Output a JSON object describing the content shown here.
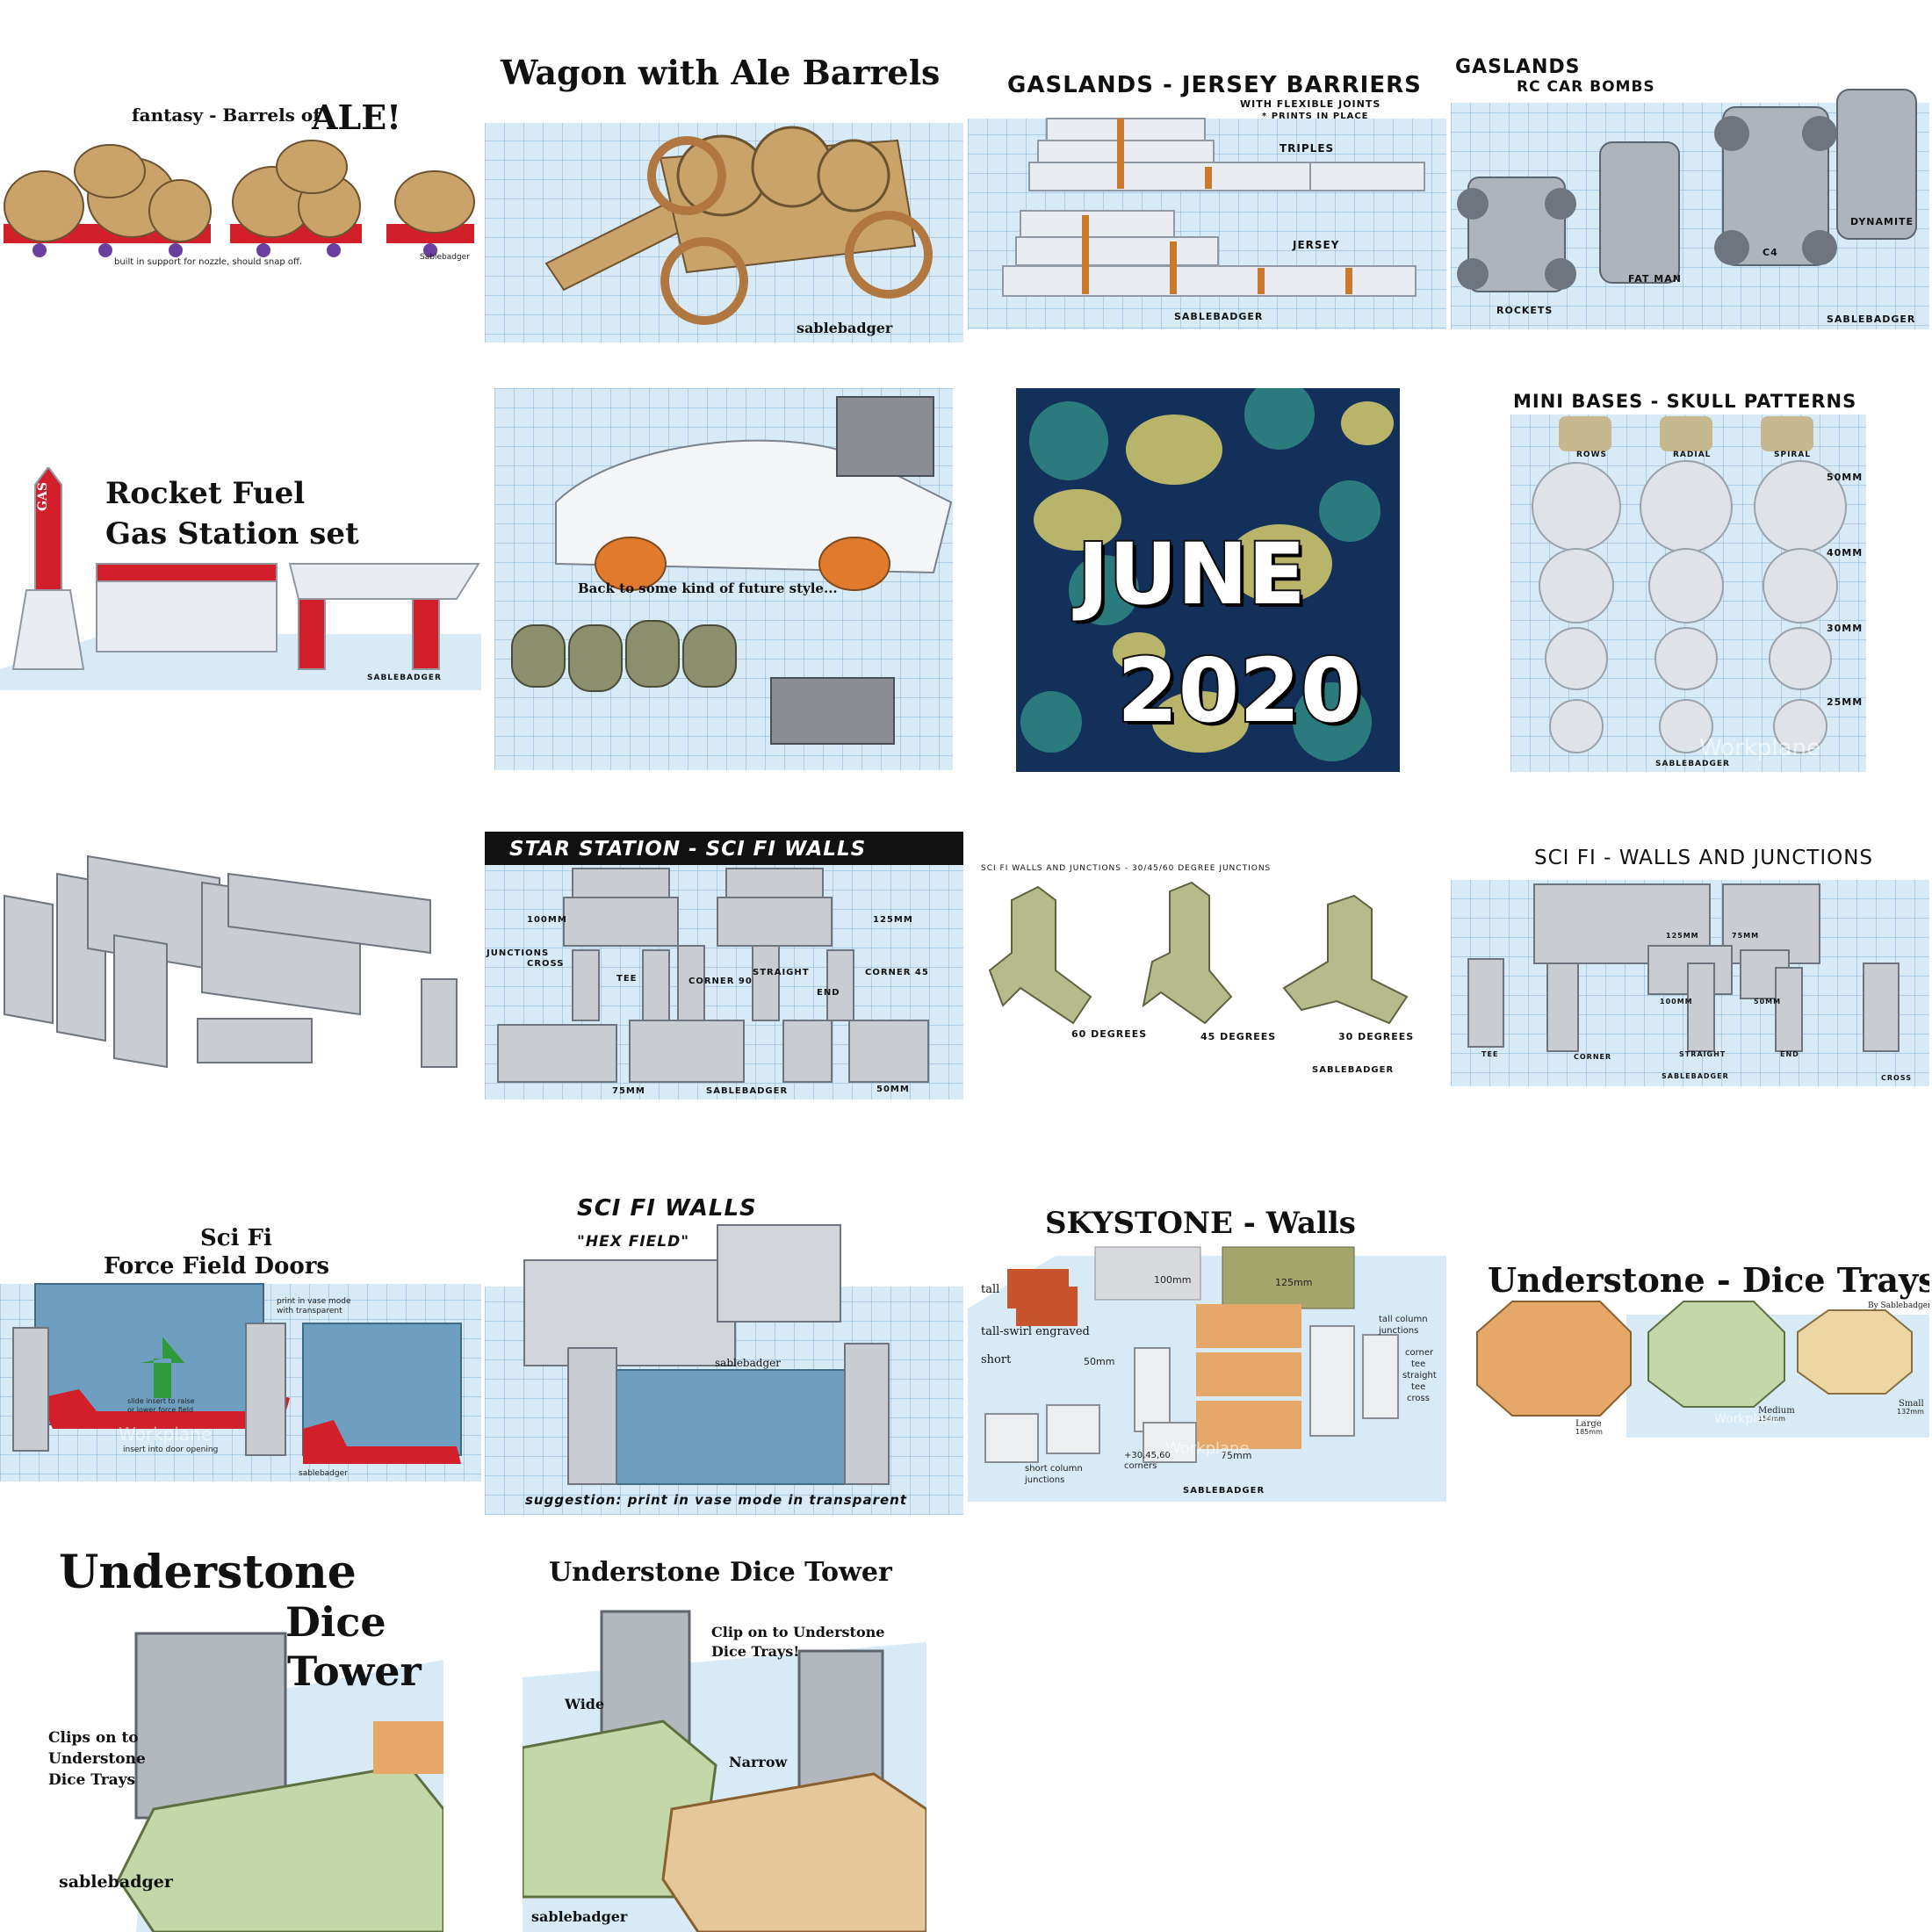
{
  "colors": {
    "grid": "#d8eaf6",
    "wood": "#caa36a",
    "red": "#d31f2a",
    "gray": "#aeb4bc",
    "green": "#c3d7a8",
    "tan": "#e6c79a",
    "june_navy": "#12305a",
    "june_teal": "#2b7a7e",
    "june_olive": "#b8b46a"
  },
  "tiles": {
    "ale": {
      "title_a": "fantasy - Barrels of",
      "title_b": "ALE!",
      "note": "built in support for nozzle, should snap off.",
      "credit": "Sablebadger"
    },
    "wagon": {
      "title": "Wagon with Ale Barrels",
      "credit": "sablebadger"
    },
    "jersey": {
      "title": "GASLANDS - JERSEY BARRIERS",
      "sub1": "WITH FLEXIBLE JOINTS",
      "sub2": "* PRINTS IN PLACE",
      "label_mid": "TRIPLES",
      "label_low": "JERSEY",
      "credit": "SABLEBADGER"
    },
    "rcbombs": {
      "title": "GASLANDS",
      "subtitle": "RC CAR BOMBS",
      "l_rockets": "ROCKETS",
      "l_fatman": "FAT MAN",
      "l_c4": "C4",
      "l_dynamite": "DYNAMITE",
      "credit": "SABLEBADGER"
    },
    "rocket": {
      "title1": "Rocket Fuel",
      "title2": "Gas Station set",
      "gas": "GAS",
      "credit": "SABLEBADGER"
    },
    "future": {
      "caption": "Back to some kind of future style..."
    },
    "june": {
      "word": "JUNE",
      "year": "2020"
    },
    "bases": {
      "title": "MINI BASES - SKULL PATTERNS",
      "rows": "ROWS",
      "radial": "RADIAL",
      "spiral": "SPIRAL",
      "s50": "50MM",
      "s40": "40MM",
      "s30": "30MM",
      "s25": "25MM",
      "credit": "SABLEBADGER",
      "plane": "Workplane"
    },
    "star": {
      "title": "STAR STATION - SCI FI WALLS",
      "l100": "100MM",
      "l125": "125MM",
      "junctions": "JUNCTIONS",
      "cross": "CROSS",
      "tee": "TEE",
      "corner90": "CORNER 90",
      "straight": "STRAIGHT",
      "end": "END",
      "corner45": "CORNER 45",
      "l75": "75MM",
      "l50": "50MM",
      "credit": "SABLEBADGER"
    },
    "junc": {
      "title": "SCI FI WALLS AND JUNCTIONS  - 30/45/60 DEGREE JUNCTIONS",
      "d60": "60 DEGREES",
      "d45": "45 DEGREES",
      "d30": "30 DEGREES",
      "credit": "SABLEBADGER"
    },
    "walls": {
      "title": "SCI FI - WALLS AND JUNCTIONS",
      "l125": "125MM",
      "l75": "75MM",
      "l100": "100MM",
      "l50": "50MM",
      "tee": "TEE",
      "corner": "CORNER",
      "straight": "STRAIGHT",
      "end": "END",
      "cross": "CROSS",
      "credit": "SABLEBADGER"
    },
    "force": {
      "title1": "Sci Fi",
      "title2": "Force Field Doors",
      "note1": "print in vase mode",
      "note2": "with transparent",
      "note3": "slide insert to raise",
      "note4": "or lower force field",
      "note5": "insert into door opening",
      "plane": "Workplane",
      "credit": "sablebadger"
    },
    "hex": {
      "title": "SCI FI WALLS",
      "subtitle": "\"HEX FIELD\"",
      "credit": "sablebadger",
      "suggest": "suggestion: print in vase mode in transparent"
    },
    "skystone": {
      "title": "SKYSTONE - Walls",
      "tall": "tall",
      "swirl": "tall-swirl engraved",
      "short": "short",
      "l50": "50mm",
      "l100": "100mm",
      "l125": "125mm",
      "tallcol1": "tall column",
      "tallcol2": "junctions",
      "corner": "corner",
      "tee": "tee",
      "straight": "straight",
      "tee2": "tee",
      "cross": "cross",
      "l75": "75mm",
      "angles": "+30,45,60",
      "corners": "corners",
      "shortcol1": "short column",
      "shortcol2": "junctions",
      "plane": "Workplane",
      "credit": "SABLEBADGER"
    },
    "trays": {
      "title": "Understone - Dice Trays",
      "by": "By Sablebadger",
      "large": "Large",
      "large_mm": "185mm",
      "medium": "Medium",
      "medium_mm": "154mm",
      "small": "Small",
      "small_mm": "132mm",
      "plane": "Workplane"
    },
    "tower1": {
      "t1": "Understone",
      "t2": "Dice",
      "t3": "Tower",
      "c1": "Clips on to",
      "c2": "Understone",
      "c3": "Dice Trays",
      "credit": "sablebadger"
    },
    "tower2": {
      "title": "Understone Dice Tower",
      "clip1": "Clip on to Understone",
      "clip2": "Dice Trays!",
      "wide": "Wide",
      "narrow": "Narrow",
      "credit": "sablebadger"
    }
  }
}
